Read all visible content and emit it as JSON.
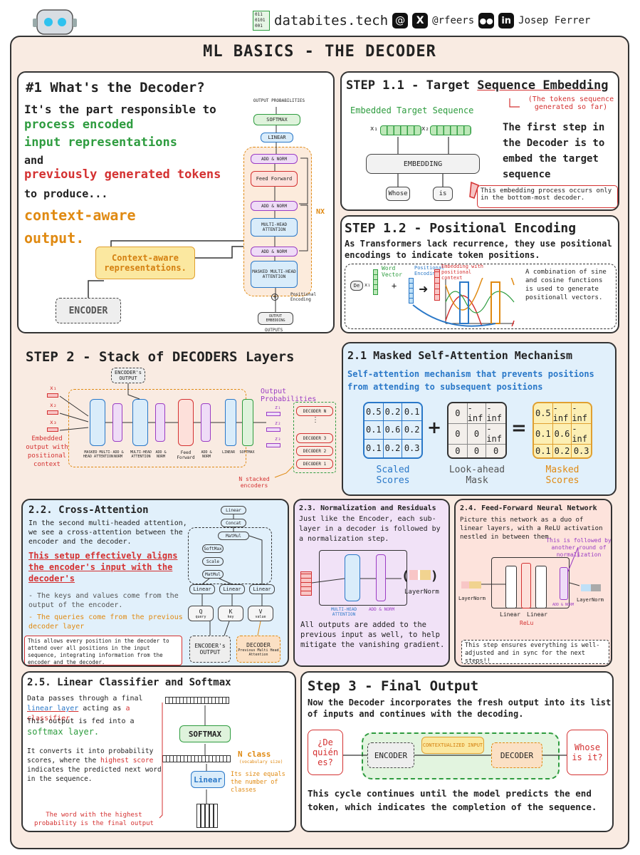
{
  "header": {
    "brand": "databites.tech",
    "binary": "011\n0101\n001",
    "handle": "@rfeers",
    "author": "Josep Ferrer"
  },
  "title": "ML BASICS - THE DECODER",
  "p1": {
    "title": "#1 What's the Decoder?",
    "l1": "It's the part responsible to",
    "l2": "process encoded",
    "l3": "input representations",
    "l4": "and",
    "l5": "previously generated tokens",
    "l6": "to produce...",
    "l7": "context-aware",
    "l8": "output.",
    "ctx": "Context-aware representations.",
    "encoder": "ENCODER",
    "arch": {
      "outprob": "OUTPUT PROBABILITIES",
      "softmax": "SOFTMAX",
      "linear": "LINEAR",
      "addnorm": "ADD & NORM",
      "ff": "Feed Forward",
      "mha": "MULTI-HEAD ATTENTION",
      "mmha": "MASKED MULTI-HEAD ATTENTION",
      "nx": "NX",
      "pos": "Positional Encoding",
      "emb": "OUTPUT EMBEDDING",
      "outputs": "OUTPUTS"
    }
  },
  "p11": {
    "title_a": "STEP 1.1 - Target ",
    "title_b": "Sequence Embedding",
    "note": "(The tokens sequence generated so far)",
    "emb_label": "Embedded Target Sequence",
    "x1": "x₁",
    "x2": "x₂",
    "embedding": "EMBEDDING",
    "tok1": "Whose",
    "tok2": "is",
    "desc": "The first step in the Decoder is to embed the target sequence",
    "warn": "This embedding process occurs only in the bottom-most decoder."
  },
  "p12": {
    "title": "STEP 1.2 - Positional Encoding",
    "desc": "As Transformers lack recurrence, they use positional encodings to indicate token positions.",
    "de": "De",
    "x1": "x₁",
    "wv": "Word Vector",
    "pe": "Positional Encoding",
    "ewpc": "Embedding with positional context",
    "note": "A combination of sine and cosine functions is used to generate positionall vectors."
  },
  "p2": {
    "title": "STEP 2 - Stack of DECODERS Layers",
    "enc_out": "ENCODER's OUTPUT",
    "emb_out": "Embedded output with positional context",
    "out_prob": "Output Probabilities",
    "z1": "z₁",
    "z2": "z₂",
    "z3": "z₃",
    "x1": "x₁",
    "x2": "x₂",
    "x3": "x₃",
    "lbl_mmha": "MASKED MULTI-HEAD ATTENTION",
    "lbl_an": "ADD & NORM",
    "lbl_mha": "MULTI-HEAD ATTENTION",
    "lbl_ff": "Feed Forward",
    "lbl_lin": "LINEAR",
    "lbl_sm": "SOFTMAX",
    "dec_n": "DECODER N",
    "dots": "⋮",
    "dec3": "DECODER 3",
    "dec2": "DECODER 2",
    "dec1": "DECODER 1",
    "stacked": "N stacked encoders"
  },
  "p21": {
    "title": "2.1 Masked Self-Attention Mechanism",
    "desc": "Self-attention mechanism that prevents positions from attending to subsequent positions",
    "scaled": [
      "0.5",
      "0.2",
      "0.1",
      "0.1",
      "0.6",
      "0.2",
      "0.1",
      "0.2",
      "0.3"
    ],
    "mask": [
      "0",
      "-inf",
      "-inf",
      "0",
      "0",
      "-inf",
      "0",
      "0",
      "0"
    ],
    "masked": [
      "0.5",
      "-inf",
      "-inf",
      "0.1",
      "0.6",
      "-inf",
      "0.1",
      "0.2",
      "0.3"
    ],
    "plus": "+",
    "eq": "=",
    "lbl_scaled": "Scaled Scores",
    "lbl_mask": "Look-ahead Mask",
    "lbl_masked": "Masked Scores"
  },
  "p22": {
    "title": "2.2. Cross-Attention",
    "d1": "In the second multi-headed attention, we see a cross-attention between the encoder and the decoder.",
    "d2": "This setup effectively aligns the encoder's input with the decoder's",
    "b1": "- The keys and values come from the output of the encoder.",
    "b2": "- The queries come from the previous decoder layer",
    "warn": "This allows every position in the decoder to attend over all positions in the input sequence, integrating information from the encoder and the decoder.",
    "d": {
      "linear": "Linear",
      "concat": "Concat",
      "matmul": "MatMul",
      "softmax": "SoftMax",
      "scale": "Scale",
      "q": "Q",
      "k": "K",
      "v": "V",
      "qs": "query",
      "ks": "key",
      "vs": "value",
      "enc": "ENCODER's OUTPUT",
      "dec": "DECODER",
      "decs": "Previous Multi Head Attention"
    }
  },
  "p23": {
    "title": "2.3. Normalization and Residuals",
    "desc": "Just like the Encoder, each sub-layer in a decoder is followed by a normalization step.",
    "ln": "LayerNorm",
    "mha": "MULTI-HEAD ATTENTION",
    "an": "ADD & NORM",
    "foot": "All outputs are added to the previous input as well, to help mitigate the vanishing gradient."
  },
  "p24": {
    "title": "2.4. Feed-Forward Neural Network",
    "desc": "Picture this network as a duo of linear layers, with a ReLU activation nestled in between them.",
    "note": "This is followed by another round of normalization",
    "ln1": "LayerNorm",
    "ln2": "LayerNorm",
    "lin1": "Linear",
    "lin2": "Linear",
    "relu": "ReLu",
    "an": "ADD & NORM",
    "foot": "This step ensures everything is well-adjusted and in sync for the next steps!!"
  },
  "p25": {
    "title": "2.5. Linear Classifier and Softmax",
    "l1a": "Data passes through a final ",
    "l1b": "linear layer",
    "l1c": " acting as ",
    "l1d": "a classifier.",
    "l2a": "This output is fed into a ",
    "l2b": "softmax layer.",
    "l3a": "It converts it into probability scores, where the ",
    "l3b": "highest score",
    "l3c": " indicates the predicted next word in the sequence.",
    "warn": "The word with the highest probability is the final output",
    "softmax": "SOFTMAX",
    "linear": "Linear",
    "nclass": "N class",
    "vocab": "(vocabulary size)",
    "size": "Its size equals the number of classes"
  },
  "p3": {
    "title": "Step 3 - Final Output",
    "desc": "Now the Decoder incorporates the fresh output into its list of inputs and continues with the decoding.",
    "q": "¿De quién es?",
    "enc": "ENCODER",
    "ctx": "CONTEXTUALIZED INPUT",
    "dec": "DECODER",
    "ans": "Whose is it?",
    "foot": "This cycle continues until the model predicts the end token, which indicates the completion of the sequence."
  }
}
